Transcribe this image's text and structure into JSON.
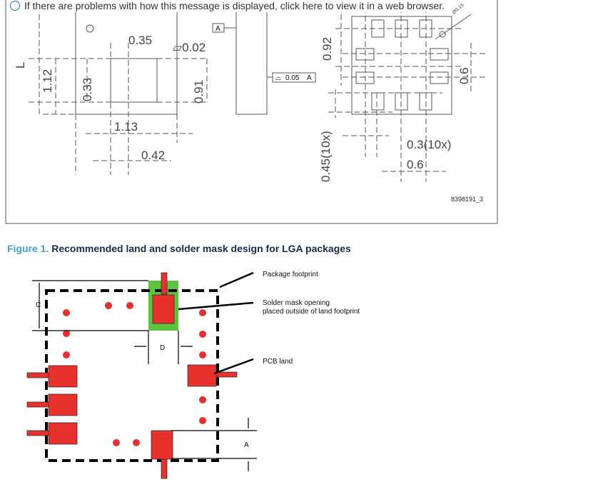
{
  "banner": {
    "text": "If there are problems with how this message is displayed, click here to view it in a web browser.",
    "icon": "info-icon"
  },
  "drawing": {
    "dims": {
      "L": "L",
      "d112": "1.12",
      "d033": "0.33",
      "d035": "0.35",
      "flat": "⏥0.02",
      "d091": "0.91",
      "d113": "1.13",
      "d042": "0.42",
      "datum": "A",
      "tol": "⌓",
      "tol_val": "0.05",
      "tol_ref": "A",
      "d092": "0.92",
      "d045": "0.45(10x)",
      "d03": "0.3(10x)",
      "d06a": "0.6",
      "d06b": "0.6",
      "d015": "Ø0.15"
    },
    "ref": "8398191_3"
  },
  "caption": {
    "number": "Figure 1.",
    "title": "Recommended land and solder mask design for LGA packages"
  },
  "figure": {
    "package_footprint": "Package footprint",
    "solder_mask_1": "Solder mask opening",
    "solder_mask_2": "placed outside of land footprint",
    "pcb_land": "PCB land",
    "C": "C",
    "D": "D",
    "A": "A"
  },
  "colors": {
    "pad": "#e8302c",
    "mask": "#5cc43c"
  }
}
